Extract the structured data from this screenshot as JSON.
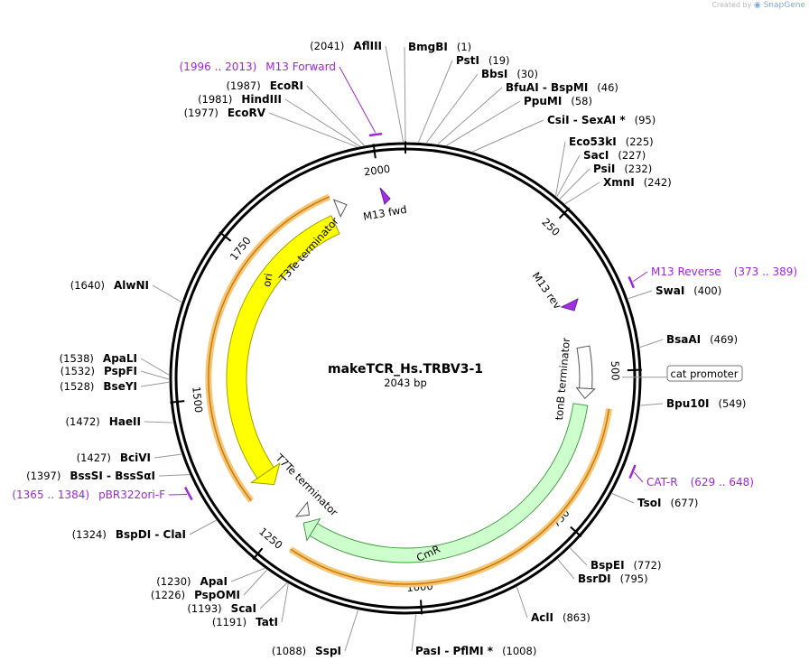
{
  "credit": {
    "prefix": "Created by",
    "brand": "SnapGene"
  },
  "plasmid": {
    "name": "makeTCR_Hs.TRBV3-1",
    "length_label": "2043 bp",
    "length": 2043
  },
  "ticks": [
    {
      "pos": 250,
      "label": "250"
    },
    {
      "pos": 500,
      "label": "500"
    },
    {
      "pos": 750,
      "label": "750"
    },
    {
      "pos": 1000,
      "label": "1000"
    },
    {
      "pos": 1250,
      "label": "1250"
    },
    {
      "pos": 1500,
      "label": "1500"
    },
    {
      "pos": 1750,
      "label": "1750"
    },
    {
      "pos": 2000,
      "label": "2000"
    }
  ],
  "sites": [
    {
      "pos": 1,
      "name": "BmgBI",
      "pos_label": "(1)"
    },
    {
      "pos": 19,
      "name": "PstI",
      "pos_label": "(19)"
    },
    {
      "pos": 30,
      "name": "BbsI",
      "pos_label": "(30)"
    },
    {
      "pos": 46,
      "name": "BfuAI  - BspMI",
      "pos_label": "(46)"
    },
    {
      "pos": 58,
      "name": "PpuMI",
      "pos_label": "(58)"
    },
    {
      "pos": 95,
      "name": "CsiI  - SexAI *",
      "pos_label": "(95)"
    },
    {
      "pos": 225,
      "name": "Eco53kI",
      "pos_label": "(225)"
    },
    {
      "pos": 227,
      "name": "SacI",
      "pos_label": "(227)"
    },
    {
      "pos": 232,
      "name": "PsiI",
      "pos_label": "(232)"
    },
    {
      "pos": 242,
      "name": "XmnI",
      "pos_label": "(242)"
    },
    {
      "pos": 400,
      "name": "SwaI",
      "pos_label": "(400)"
    },
    {
      "pos": 469,
      "name": "BsaAI",
      "pos_label": "(469)"
    },
    {
      "pos": 549,
      "name": "Bpu10I",
      "pos_label": "(549)"
    },
    {
      "pos": 677,
      "name": "TsoI",
      "pos_label": "(677)"
    },
    {
      "pos": 772,
      "name": "BspEI",
      "pos_label": "(772)"
    },
    {
      "pos": 795,
      "name": "BsrDI",
      "pos_label": "(795)"
    },
    {
      "pos": 863,
      "name": "AclI",
      "pos_label": "(863)"
    },
    {
      "pos": 1008,
      "name": "PasI  - PflMI *",
      "pos_label": "(1008)"
    },
    {
      "pos": 1088,
      "name": "SspI",
      "pos_label": "(1088)"
    },
    {
      "pos": 1191,
      "name": "TatI",
      "pos_label": "(1191)"
    },
    {
      "pos": 1193,
      "name": "ScaI",
      "pos_label": "(1193)"
    },
    {
      "pos": 1226,
      "name": "PspOMI",
      "pos_label": "(1226)"
    },
    {
      "pos": 1230,
      "name": "ApaI",
      "pos_label": "(1230)"
    },
    {
      "pos": 1324,
      "name": "BspDI  - ClaI",
      "pos_label": "(1324)"
    },
    {
      "pos": 1397,
      "name": "BssSI  - BssSαI",
      "pos_label": "(1397)"
    },
    {
      "pos": 1427,
      "name": "BciVI",
      "pos_label": "(1427)"
    },
    {
      "pos": 1472,
      "name": "HaeII",
      "pos_label": "(1472)"
    },
    {
      "pos": 1528,
      "name": "BseYI",
      "pos_label": "(1528)"
    },
    {
      "pos": 1532,
      "name": "PspFI",
      "pos_label": "(1532)"
    },
    {
      "pos": 1538,
      "name": "ApaLI",
      "pos_label": "(1538)"
    },
    {
      "pos": 1640,
      "name": "AlwNI",
      "pos_label": "(1640)"
    },
    {
      "pos": 1977,
      "name": "EcoRV",
      "pos_label": "(1977)"
    },
    {
      "pos": 1981,
      "name": "HindIII",
      "pos_label": "(1981)"
    },
    {
      "pos": 1987,
      "name": "EcoRI",
      "pos_label": "(1987)"
    },
    {
      "pos": 2041,
      "name": "AflIII",
      "pos_label": "(2041)"
    }
  ],
  "primers_outside": [
    {
      "name": "M13 Forward",
      "range_label": "(1996 .. 2013)",
      "start": 1996,
      "end": 2013
    },
    {
      "name": "M13 Reverse",
      "range_label": "(373 .. 389)",
      "start": 373,
      "end": 389
    },
    {
      "name": "CAT-R",
      "range_label": "(629 .. 648)",
      "start": 629,
      "end": 648
    },
    {
      "name": "pBR322ori-F",
      "range_label": "(1365 .. 1384)",
      "start": 1365,
      "end": 1384
    }
  ],
  "primers_inside": [
    {
      "name": "M13 fwd",
      "pos": 2010
    },
    {
      "name": "M13 rev",
      "pos": 380
    }
  ],
  "features": [
    {
      "name": "cat promoter",
      "type": "promoter-box",
      "pos": 510
    },
    {
      "name": "CmR",
      "type": "cds",
      "start": 560,
      "end": 1215,
      "color": "#ccffcc"
    },
    {
      "name": "ori",
      "type": "origin",
      "start": 1315,
      "end": 1905,
      "color": "#ffff00"
    },
    {
      "name": "tonB terminator",
      "type": "terminator",
      "start": 455,
      "end": 545
    },
    {
      "name": "T7Te terminator",
      "type": "terminator",
      "start": 1235,
      "end": 1275
    },
    {
      "name": "T3Te terminator",
      "type": "terminator",
      "start": 1905,
      "end": 1935
    }
  ],
  "colors": {
    "primer": "#9d27d6",
    "orange_band": "#f0a830",
    "cds": "#ccffcc",
    "origin": "#ffff00"
  }
}
